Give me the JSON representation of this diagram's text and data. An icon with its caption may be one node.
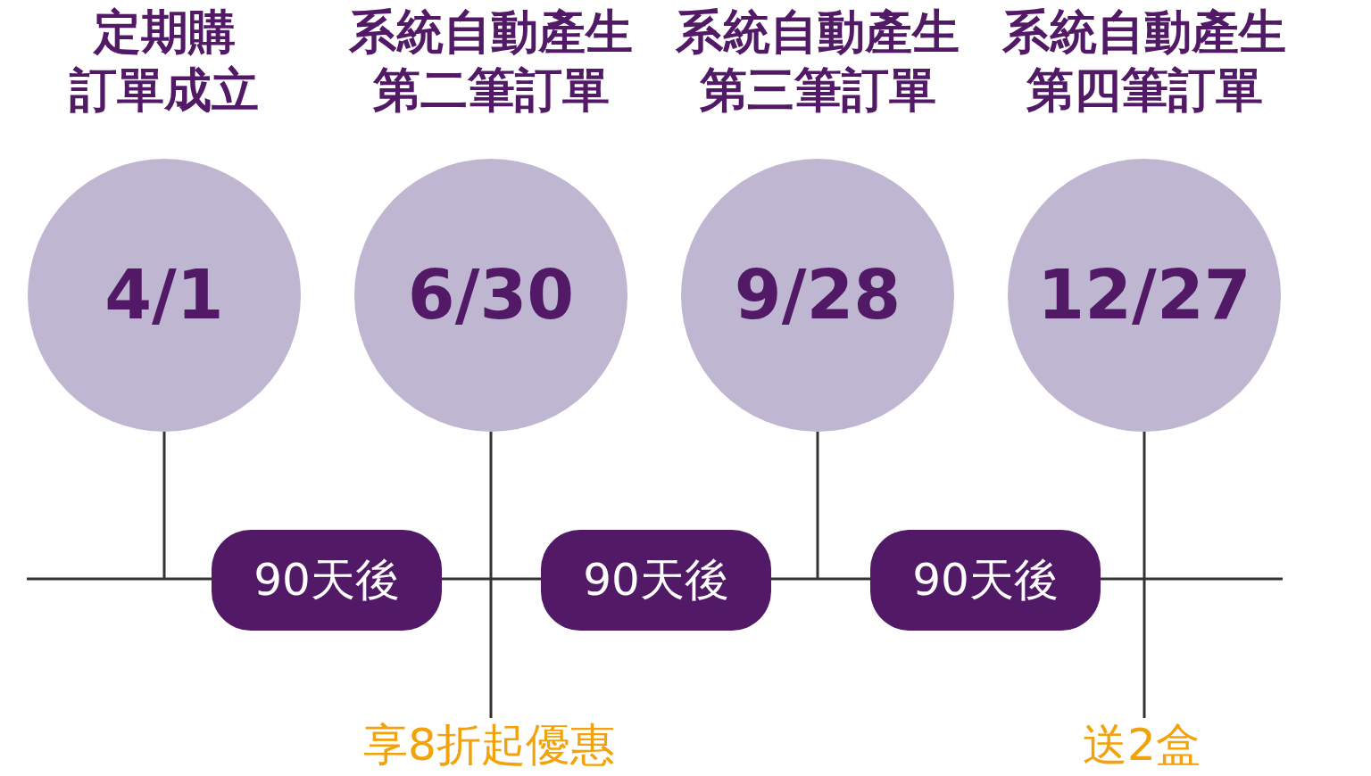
{
  "diagram": {
    "nodes": [
      {
        "text": [
          "定期購訂單成立",
          "4/1"
        ]
      },
      {
        "text": [
          "系統自動產生第二筆訂單",
          "6/30"
        ]
      },
      {
        "text": [
          "系統自動產生第三筆訂單",
          "9/28"
        ]
      },
      {
        "text": [
          "系統自動產生第四筆訂單",
          "12/27"
        ]
      },
      {
        "text": [
          "90天後"
        ]
      },
      {
        "text": [
          "90天後"
        ]
      },
      {
        "text": [
          "90天後"
        ]
      },
      {
        "text": [
          "享8折起優惠"
        ]
      },
      {
        "text": [
          "送2盒"
        ]
      }
    ],
    "edges": [
      {
        "from": 0,
        "to": null,
        "arrow": "none"
      },
      {
        "from": 1,
        "to": 7,
        "arrow": "none"
      },
      {
        "from": 2,
        "to": null,
        "arrow": "none"
      },
      {
        "from": 3,
        "to": 8,
        "arrow": "none"
      }
    ]
  }
}
